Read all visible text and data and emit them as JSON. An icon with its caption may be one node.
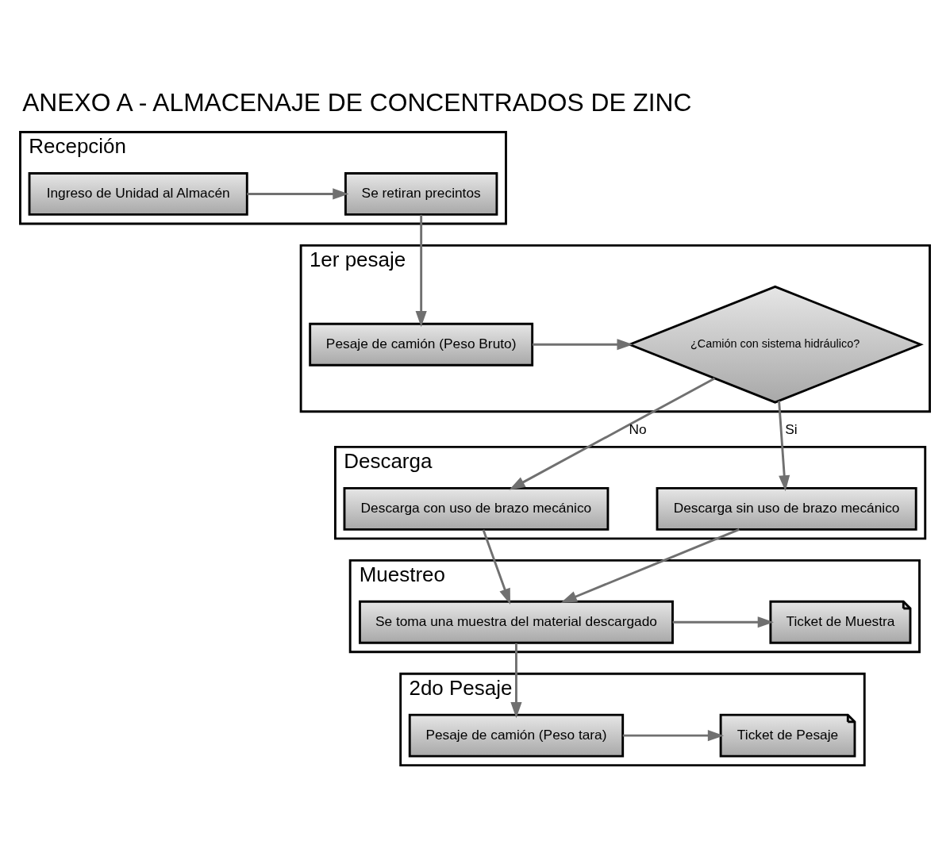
{
  "diagram": {
    "title": "ANEXO A - ALMACENAJE DE CONCENTRADOS DE ZINC",
    "nodes": [
      {
        "text": [
          "Recepción"
        ]
      },
      {
        "text": [
          "Ingreso de Unidad al Almacén"
        ],
        "in": 0
      },
      {
        "text": [
          "Se retiran precintos"
        ],
        "in": 0
      },
      {
        "text": [
          "1er pesaje"
        ]
      },
      {
        "text": [
          "Pesaje de camión (Peso Bruto)"
        ],
        "in": 3
      },
      {
        "text": [
          "¿Camión con sistema hidráulico?"
        ],
        "in": 3
      },
      {
        "text": [
          "Descarga"
        ]
      },
      {
        "text": [
          "Descarga con uso de brazo mecánico"
        ],
        "in": 6
      },
      {
        "text": [
          "Descarga sin uso de brazo mecánico"
        ],
        "in": 6
      },
      {
        "text": [
          "Muestreo"
        ]
      },
      {
        "text": [
          "Se toma una muestra del material descargado"
        ],
        "in": 9
      },
      {
        "text": [
          "Ticket de Muestra"
        ],
        "in": 9
      },
      {
        "text": [
          "2do Pesaje"
        ]
      },
      {
        "text": [
          "Pesaje de camión (Peso tara)"
        ],
        "in": 12
      },
      {
        "text": [
          "Ticket de Pesaje"
        ],
        "in": 12
      }
    ],
    "edges": [
      {
        "from": 1,
        "to": 2,
        "arrow": "to"
      },
      {
        "from": 2,
        "to": 4,
        "arrow": "to"
      },
      {
        "from": 4,
        "to": 5,
        "arrow": "to"
      },
      {
        "from": 5,
        "to": 7,
        "arrow": "to",
        "label": "No"
      },
      {
        "from": 5,
        "to": 8,
        "arrow": "to",
        "label": "Si"
      },
      {
        "from": 7,
        "to": 10,
        "arrow": "to"
      },
      {
        "from": 8,
        "to": 10,
        "arrow": "to"
      },
      {
        "from": 10,
        "to": 11,
        "arrow": "to"
      },
      {
        "from": 10,
        "to": 13,
        "arrow": "to"
      },
      {
        "from": 13,
        "to": 14,
        "arrow": "to"
      }
    ]
  }
}
